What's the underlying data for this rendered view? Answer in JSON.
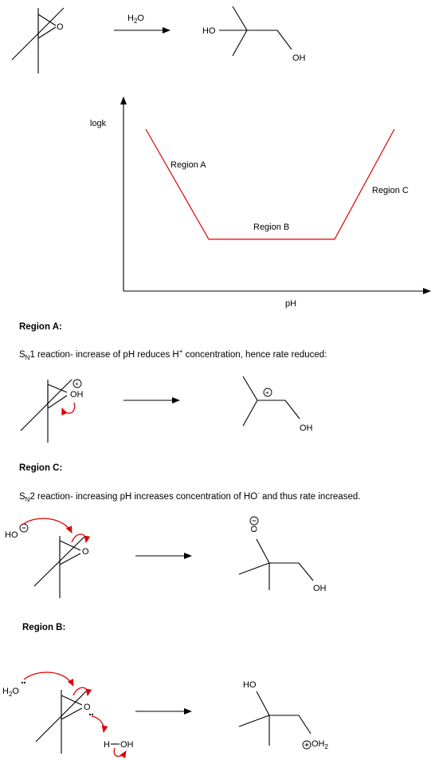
{
  "scheme1": {
    "reagent": "H2O",
    "epoxide_o": "O",
    "product_ho": "HO",
    "product_oh": "OH"
  },
  "chart_data": {
    "type": "line",
    "ylabel": "logk",
    "xlabel": "pH",
    "series": [
      {
        "values": [
          [
            0,
            3.0
          ],
          [
            1.0,
            0.0
          ],
          [
            2.0,
            0.0
          ],
          [
            3.0,
            3.0
          ]
        ]
      }
    ],
    "annotations": [
      "Region A",
      "Region B",
      "Region C"
    ],
    "grid": false,
    "line_color": "#e00000"
  },
  "regionA": {
    "heading": "Region A:",
    "desc_pre": "S",
    "desc_sub": "N",
    "desc_mid": "1 reaction- increase of pH reduces H",
    "desc_sup": "+",
    "desc_post": " concentration, hence rate reduced:",
    "epoxide_oh": "OH",
    "plus": "+",
    "product_oh": "OH"
  },
  "regionC": {
    "heading": "Region C:",
    "desc_pre": "S",
    "desc_sub": "N",
    "desc_mid": "2 reaction- increasing pH increases concentration of HO",
    "desc_sup": "-",
    "desc_post": " and thus rate increased.",
    "ho": "HO",
    "epoxide_o": "O",
    "product_o": "O",
    "product_oh": "OH"
  },
  "regionB": {
    "heading": "Region B:",
    "water": "H2O",
    "epoxide_o": "O",
    "h_oh": "H—OH",
    "product_ho": "HO",
    "product_oh2": "OH2"
  }
}
